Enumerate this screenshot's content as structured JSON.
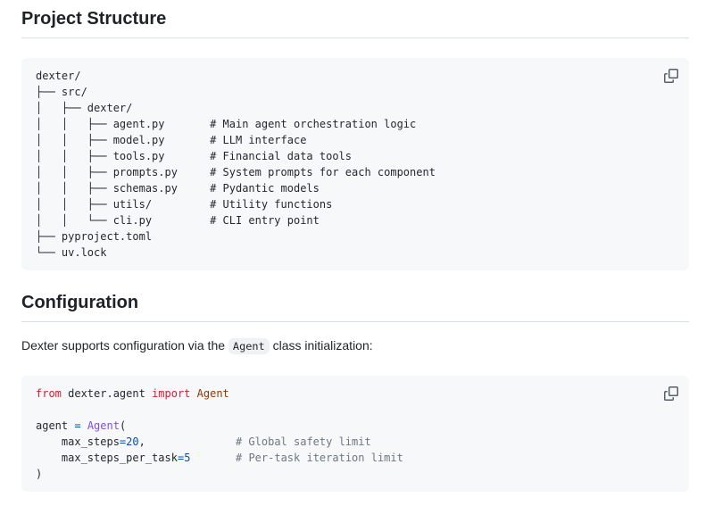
{
  "icons": {
    "copy": "copy-icon"
  },
  "palette": {
    "fg": "#24292f",
    "keyword": "#cf222e",
    "import_name": "#953800",
    "operator": "#0550ae",
    "number": "#0550ae",
    "function": "#8250df",
    "comment": "#6e7781",
    "code_block_bg": "#f6f8fa",
    "heading_rule": "#d8dee4",
    "icon_gray": "#57606a"
  },
  "sections": {
    "project_structure": {
      "heading": "Project Structure"
    },
    "configuration": {
      "heading": "Configuration",
      "intro_before": "Dexter supports configuration via the ",
      "intro_code": "Agent",
      "intro_after": " class initialization:"
    }
  },
  "code_blocks": [
    {
      "name": "project-structure-tree",
      "lines": [
        [
          {
            "t": "dexter/",
            "c": "fg"
          }
        ],
        [
          {
            "t": "├── src/",
            "c": "fg"
          }
        ],
        [
          {
            "t": "│   ├── dexter/",
            "c": "fg"
          }
        ],
        [
          {
            "t": "│   │   ├── agent.py       # Main agent orchestration logic",
            "c": "fg"
          }
        ],
        [
          {
            "t": "│   │   ├── model.py       # LLM interface",
            "c": "fg"
          }
        ],
        [
          {
            "t": "│   │   ├── tools.py       # Financial data tools",
            "c": "fg"
          }
        ],
        [
          {
            "t": "│   │   ├── prompts.py     # System prompts for each component",
            "c": "fg"
          }
        ],
        [
          {
            "t": "│   │   ├── schemas.py     # Pydantic models",
            "c": "fg"
          }
        ],
        [
          {
            "t": "│   │   ├── utils/         # Utility functions",
            "c": "fg"
          }
        ],
        [
          {
            "t": "│   │   └── cli.py         # CLI entry point",
            "c": "fg"
          }
        ],
        [
          {
            "t": "├── pyproject.toml",
            "c": "fg"
          }
        ],
        [
          {
            "t": "└── uv.lock",
            "c": "fg"
          }
        ]
      ]
    },
    {
      "name": "configuration-python",
      "lines": [
        [
          {
            "t": "from",
            "c": "keyword"
          },
          {
            "t": " dexter.agent ",
            "c": "fg"
          },
          {
            "t": "import",
            "c": "keyword"
          },
          {
            "t": " ",
            "c": "fg"
          },
          {
            "t": "Agent",
            "c": "import_name"
          }
        ],
        [],
        [
          {
            "t": "agent ",
            "c": "fg"
          },
          {
            "t": "=",
            "c": "operator"
          },
          {
            "t": " ",
            "c": "fg"
          },
          {
            "t": "Agent",
            "c": "function"
          },
          {
            "t": "(",
            "c": "fg"
          }
        ],
        [
          {
            "t": "    max_steps",
            "c": "fg"
          },
          {
            "t": "=",
            "c": "operator"
          },
          {
            "t": "20",
            "c": "number"
          },
          {
            "t": ",              ",
            "c": "fg"
          },
          {
            "t": "# Global safety limit",
            "c": "comment"
          }
        ],
        [
          {
            "t": "    max_steps_per_task",
            "c": "fg"
          },
          {
            "t": "=",
            "c": "operator"
          },
          {
            "t": "5",
            "c": "number"
          },
          {
            "t": "       ",
            "c": "fg"
          },
          {
            "t": "# Per-task iteration limit",
            "c": "comment"
          }
        ],
        [
          {
            "t": ")",
            "c": "fg"
          }
        ]
      ]
    }
  ]
}
